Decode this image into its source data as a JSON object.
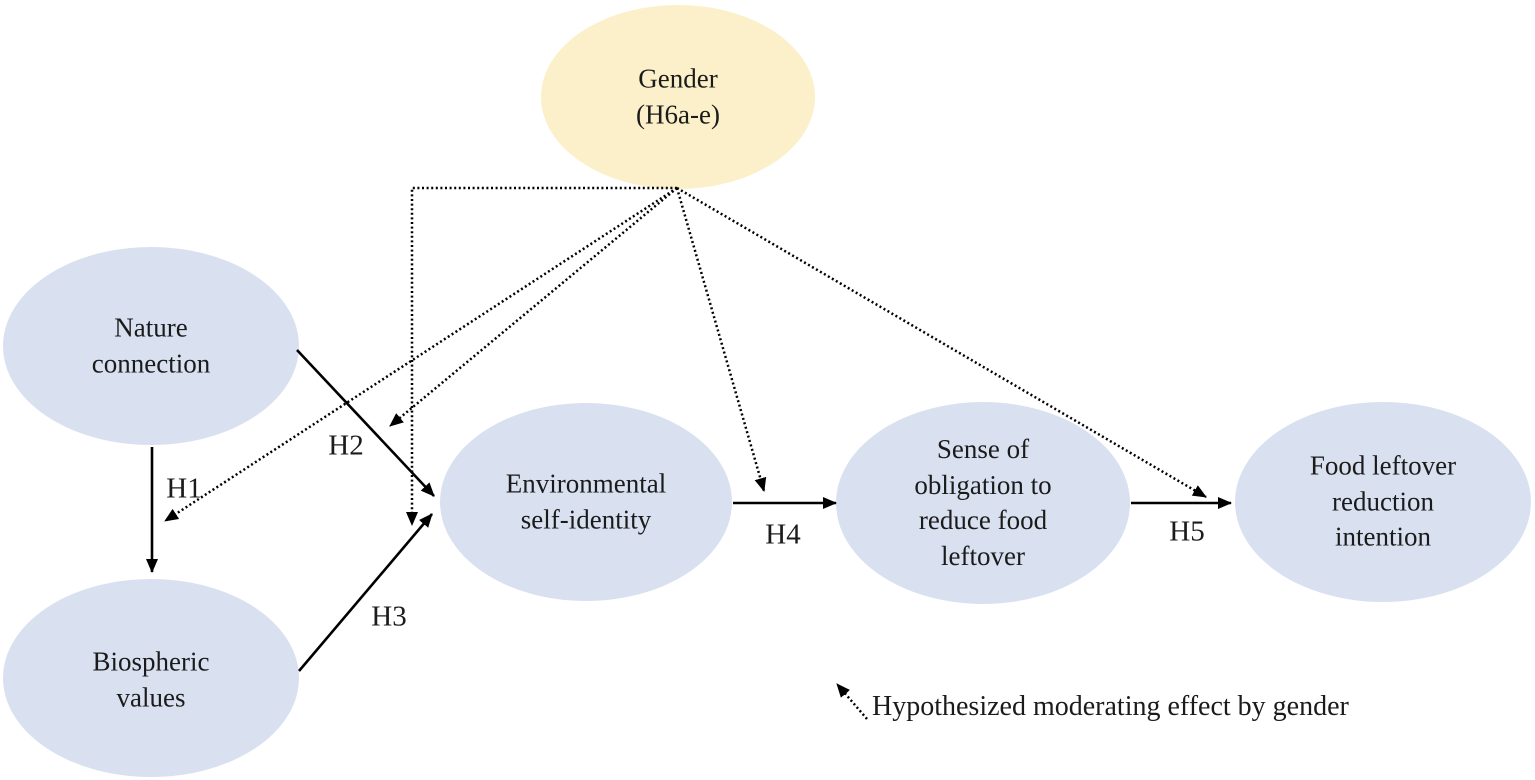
{
  "diagram": {
    "title_hint": "Hypothesized research model: gender-moderated path model of food leftover reduction intention",
    "nodes": {
      "gender": {
        "label": "Gender\n(H6a-e)",
        "role": "moderator"
      },
      "nature": {
        "label": "Nature\nconnection",
        "role": "construct"
      },
      "biospheric": {
        "label": "Biospheric\nvalues",
        "role": "construct"
      },
      "env_identity": {
        "label": "Environmental\nself-identity",
        "role": "construct"
      },
      "obligation": {
        "label": "Sense of\nobligation to\nreduce food\nleftover",
        "role": "construct"
      },
      "food_intention": {
        "label": "Food leftover\nreduction\nintention",
        "role": "construct"
      }
    },
    "edges": {
      "h1": {
        "label": "H1",
        "from": "nature",
        "to": "biospheric",
        "style": "solid"
      },
      "h2": {
        "label": "H2",
        "from": "nature",
        "to": "env_identity",
        "style": "solid"
      },
      "h3": {
        "label": "H3",
        "from": "biospheric",
        "to": "env_identity",
        "style": "solid"
      },
      "h4": {
        "label": "H4",
        "from": "env_identity",
        "to": "obligation",
        "style": "solid"
      },
      "h5": {
        "label": "H5",
        "from": "obligation",
        "to": "food_intention",
        "style": "solid"
      },
      "moderators": {
        "from": "gender",
        "targets": [
          "h1",
          "h2",
          "h3",
          "h4",
          "h5"
        ],
        "style": "dotted"
      }
    },
    "legend": {
      "text": "Hypothesized moderating effect by gender"
    },
    "colors": {
      "moderator_fill": "#fbf0c9",
      "construct_fill": "#d9e1f1",
      "line": "#000000",
      "text": "#1b1b1b"
    }
  }
}
